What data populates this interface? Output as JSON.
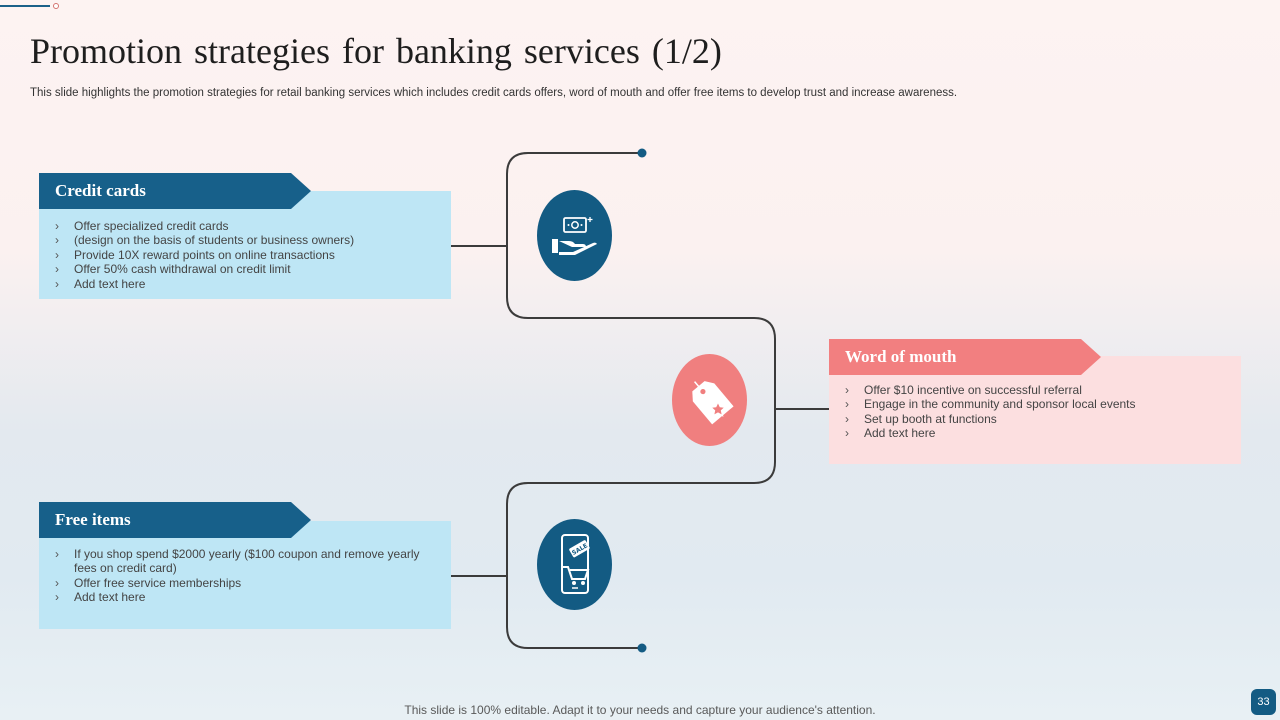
{
  "title": "Promotion strategies for banking services (1/2)",
  "subtitle": "This slide highlights the promotion strategies for retail banking services which includes credit cards offers, word of mouth and offer free items to develop trust and increase awareness.",
  "colors": {
    "dark_blue": "#135b83",
    "light_blue": "#bee6f5",
    "coral": "#f27f80",
    "light_pink": "#fcdfe0"
  },
  "sections": [
    {
      "heading": "Credit cards",
      "icon": "hand-money-icon",
      "items": [
        "Offer specialized credit cards",
        "(design on the basis of students or business owners)",
        "Provide 10X reward points on online transactions",
        "Offer 50% cash withdrawal on credit limit",
        "Add text here"
      ]
    },
    {
      "heading": "Word of mouth",
      "icon": "price-tag-star-icon",
      "items": [
        "Offer $10 incentive on successful referral",
        "Engage in the community and sponsor local events",
        "Set up booth at functions",
        "Add text here"
      ]
    },
    {
      "heading": "Free items",
      "icon": "mobile-shopping-cart-icon",
      "items": [
        "If you shop spend $2000 yearly ($100 coupon and remove yearly fees on credit card)",
        "Offer free service memberships",
        "Add text here"
      ]
    }
  ],
  "footer": "This slide is 100% editable. Adapt it to your needs and capture your audience's attention.",
  "page_number": "33"
}
